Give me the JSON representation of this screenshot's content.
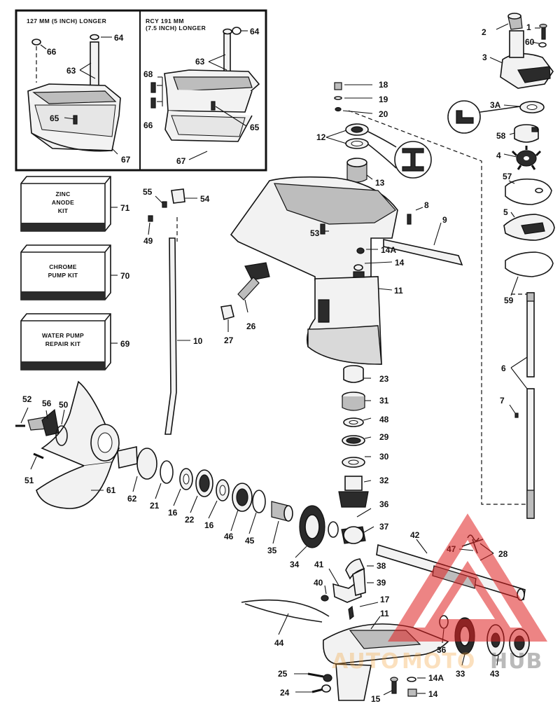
{
  "insets": {
    "left_title": "127 MM (5 INCH) LONGER",
    "right_title_line1": "RCY 191 MM",
    "right_title_line2": "(7.5 INCH) LONGER"
  },
  "kits": [
    {
      "line1": "ZINC",
      "line2": "ANODE",
      "line3": "KIT",
      "number": "71"
    },
    {
      "line1": "CHROME",
      "line2": "PUMP KIT",
      "line3": "",
      "number": "70"
    },
    {
      "line1": "WATER PUMP",
      "line2": "REPAIR KIT",
      "line3": "",
      "number": "69"
    }
  ],
  "callouts": {
    "c64a": "64",
    "c66a": "66",
    "c63a": "63",
    "c65a": "65",
    "c67a": "67",
    "c64b": "64",
    "c63b": "63",
    "c68": "68",
    "c66b": "66",
    "c65b": "65",
    "c67b": "67",
    "c1": "1",
    "c2": "2",
    "c60": "60",
    "c3": "3",
    "c3a": "3A",
    "c58": "58",
    "c4": "4",
    "c57": "57",
    "c5": "5",
    "c59": "59",
    "c6": "6",
    "c7": "7",
    "c18": "18",
    "c19": "19",
    "c20": "20",
    "c12": "12",
    "c13": "13",
    "c55": "55",
    "c54": "54",
    "c49": "49",
    "c8": "8",
    "c9": "9",
    "c53": "53",
    "c14a": "14A",
    "c14": "14",
    "c11": "11",
    "c26": "26",
    "c27": "27",
    "c10": "10",
    "c23": "23",
    "c31": "31",
    "c48": "48",
    "c29": "29",
    "c30": "30",
    "c32": "32",
    "c52": "52",
    "c56": "56",
    "c50": "50",
    "c51": "51",
    "c61": "61",
    "c62": "62",
    "c21": "21",
    "c16a": "16",
    "c22": "22",
    "c16b": "16",
    "c46": "46",
    "c45": "45",
    "c35": "35",
    "c34": "34",
    "c36a": "36",
    "c37": "37",
    "c42": "42",
    "c47": "47",
    "c28": "28",
    "c38": "38",
    "c41": "41",
    "c40": "40",
    "c39": "39",
    "c17": "17",
    "c11b": "11",
    "c44": "44",
    "c36b": "36",
    "c33": "33",
    "c43": "43",
    "c25": "25",
    "c24": "24",
    "c15": "15",
    "c14ab": "14A",
    "c14b": "14"
  },
  "watermark": {
    "part1": "AUTO",
    "part2": "MOTO",
    "part3": "HUB"
  },
  "colors": {
    "watermark_triangle": "#e02020",
    "watermark_orange": "#f2a23a"
  }
}
